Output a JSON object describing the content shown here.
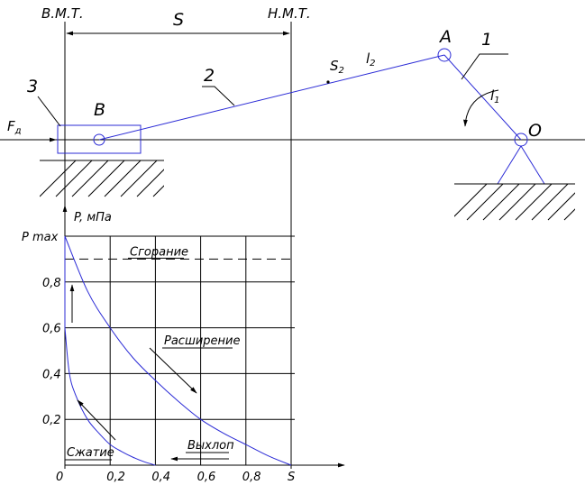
{
  "labels": {
    "vmt": "В.М.Т.",
    "nmt": "Н.М.Т.",
    "stroke": "S",
    "point_a": "A",
    "point_b": "B",
    "point_o": "O",
    "link_1": "1",
    "link_2": "2",
    "link_3": "3",
    "s2": "S",
    "s2_sub": "2",
    "l2": "l",
    "l2_sub": "2",
    "l1": "l",
    "l1_sub": "1",
    "force": "F",
    "force_sub": "д"
  },
  "chart_data": {
    "type": "line",
    "ylabel": "P, мПа",
    "xlabel": "S",
    "x_ticks": [
      "0",
      "0,2",
      "0,4",
      "0,6",
      "0,8",
      "S"
    ],
    "y_ticks": [
      "0,2",
      "0,4",
      "0,6",
      "0,8",
      "P max"
    ],
    "xlim": [
      0,
      1
    ],
    "ylim": [
      0,
      1
    ],
    "grid": true,
    "combustion_level": 0.9,
    "annotations": {
      "combustion": "Сгорание",
      "expansion": "Расширение",
      "compression": "Сжатие",
      "exhaust": "Выхлоп"
    },
    "series": [
      {
        "name": "Расширение",
        "x": [
          0,
          0.1,
          0.2,
          0.3,
          0.4,
          0.5,
          0.6,
          0.7,
          0.8,
          0.9,
          1.0
        ],
        "y": [
          1.0,
          0.76,
          0.6,
          0.47,
          0.37,
          0.28,
          0.2,
          0.14,
          0.09,
          0.04,
          0
        ]
      },
      {
        "name": "Сжатие",
        "x": [
          0,
          0.02,
          0.05,
          0.1,
          0.15,
          0.2,
          0.25,
          0.3,
          0.35,
          0.4
        ],
        "y": [
          0.6,
          0.4,
          0.3,
          0.2,
          0.14,
          0.09,
          0.06,
          0.035,
          0.015,
          0
        ]
      }
    ]
  }
}
